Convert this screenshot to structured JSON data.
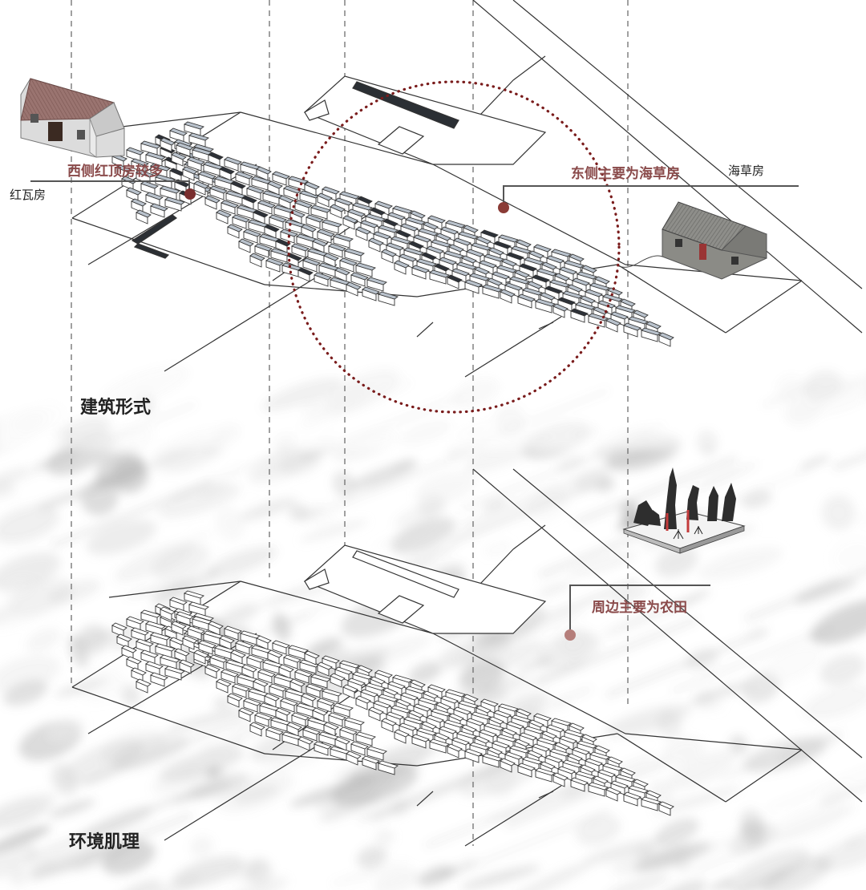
{
  "sections": {
    "top": "建筑形式",
    "bottom": "环境肌理"
  },
  "annotations": {
    "west": "西侧红顶房较多",
    "east": "东侧主要为海草房",
    "surround": "周边主要为农田"
  },
  "house_labels": {
    "red_tile": "红瓦房",
    "seaweed": "海草房"
  },
  "colors": {
    "annotation": "#8a4a4a",
    "marker": "#7a2f2f",
    "dotted_circle": "#7a1c1c",
    "roof_grey": "#b9c2cc",
    "leader": "#555555"
  },
  "icons": {
    "red_house": "red-tile-house-icon",
    "seaweed_house": "seaweed-house-icon",
    "farmland": "farmland-landscape-icon"
  }
}
